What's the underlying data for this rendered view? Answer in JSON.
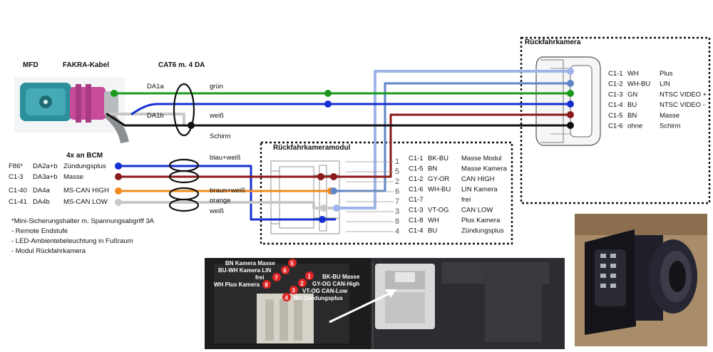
{
  "headers": {
    "mfd": "MFD",
    "fakra": "FAKRA-Kabel",
    "cat6": "CAT6 m. 4 DA",
    "camera": "Rückfahrkamera",
    "module": "Rückfahrkameramodul",
    "bcm": "4x an BCM"
  },
  "colors": {
    "green": "#1a9a1a",
    "white_wire": "#c8c8c8",
    "black": "#111111",
    "blue": "#1530d0",
    "brown": "#8b1a1a",
    "orange": "#f08a20",
    "lightblue": "#9fb4e8",
    "steelblue": "#5f86c8"
  },
  "cable_labels": {
    "da1a": "DA1a",
    "da1b": "DA1b",
    "gruen": "grün",
    "weiss_top": "weiß",
    "schirm": "Schirm",
    "blau_weiss": "blau+weiß",
    "braun_weiss": "braun+weiß",
    "orange": "orange",
    "weiss_bottom": "weiß"
  },
  "bcm_rows": [
    {
      "pin": "F86*",
      "da": "DA2a+b",
      "signal": "Zündungsplus"
    },
    {
      "pin": "C1-3",
      "da": "DA3a+b",
      "signal": "Masse"
    },
    {
      "pin": "C1-40",
      "da": "DA4a",
      "signal": "MS-CAN HIGH"
    },
    {
      "pin": "C1-41",
      "da": "DA4b",
      "signal": "MS-CAN LOW"
    }
  ],
  "notes": [
    "*Mini-Sicherungshalter m. Spannungsabgriff 3A",
    "- Remote Endstufe",
    "- LED-Ambientebeleuchtung in Fußraum",
    "- Modul Rückfahrkamera"
  ],
  "camera_pins": [
    {
      "pin": "C1-1",
      "color": "WH",
      "signal": "Plus"
    },
    {
      "pin": "C1-2",
      "color": "WH-BU",
      "signal": "LIN"
    },
    {
      "pin": "C1-3",
      "color": "GN",
      "signal": "NTSC VIDEO +"
    },
    {
      "pin": "C1-4",
      "color": "BU",
      "signal": "NTSC VIDEO -"
    },
    {
      "pin": "C1-5",
      "color": "BN",
      "signal": "Masse"
    },
    {
      "pin": "C1-6",
      "color": "ohne",
      "signal": "Schirm"
    }
  ],
  "module_pins": [
    {
      "pin": "C1-1",
      "color": "BK-BU",
      "signal": "Masse Modul"
    },
    {
      "pin": "C1-5",
      "color": "BN",
      "signal": "Masse Kamera"
    },
    {
      "pin": "C1-2",
      "color": "GY-OR",
      "signal": "CAN HIGH"
    },
    {
      "pin": "C1-6",
      "color": "WH-BU",
      "signal": "LIN Kamera"
    },
    {
      "pin": "C1-7",
      "color": "",
      "signal": "frei"
    },
    {
      "pin": "C1-3",
      "color": "VT-OG",
      "signal": "CAN LOW"
    },
    {
      "pin": "C1-8",
      "color": "WH",
      "signal": "Plus Kamera"
    },
    {
      "pin": "C1-4",
      "color": "BU",
      "signal": "Zündungsplus"
    }
  ],
  "module_side_numbers": [
    "1",
    "5",
    "2",
    "6",
    "7",
    "3",
    "8",
    "4"
  ],
  "photo_labels": [
    "BN Kamera Masse",
    "BU-WH Kamera LIN",
    "frei",
    "WH Plus Kamera",
    "BK-BU Masse",
    "GY-OG CAN-High",
    "VT-OG CAN-Low",
    "BU Zündungsplus"
  ],
  "photo_badges": [
    "5",
    "6",
    "7",
    "8",
    "1",
    "2",
    "3",
    "4"
  ]
}
